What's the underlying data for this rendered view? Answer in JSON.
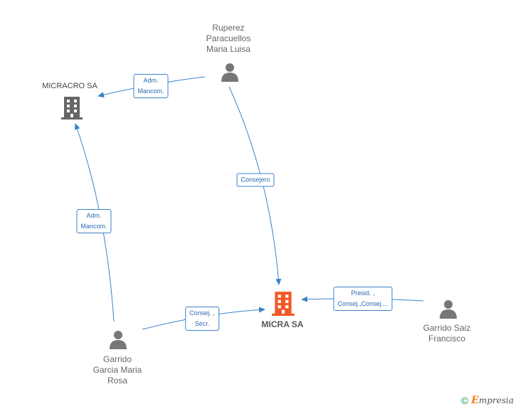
{
  "nodes": {
    "ruperez": {
      "label": "Ruperez\nParacuellos\nMaria Luisa",
      "type": "person"
    },
    "micracro": {
      "label": "MICRACRO SA",
      "type": "company"
    },
    "micra": {
      "label": "MICRA SA",
      "type": "company-main"
    },
    "garrido_rosa": {
      "label": "Garrido\nGarcia Maria\nRosa",
      "type": "person"
    },
    "garrido_saiz": {
      "label": "Garrido Saiz\nFrancisco",
      "type": "person"
    }
  },
  "edges": {
    "ruperez_micracro": "Adm.\nMancom.",
    "ruperez_micra": "Consejero",
    "rosa_micracro": "Adm.\nMancom.",
    "rosa_micra": "Consej. ,\nSecr.",
    "saiz_micra": "Presid. ,\nConsej.,Consej...."
  },
  "colors": {
    "edge": "#3b82c8",
    "person_icon": "#777777",
    "company_icon": "#666666",
    "main_company_icon": "#f05a28"
  },
  "footer": {
    "copyright": "©",
    "brand_initial": "E",
    "brand_rest": "mpresia"
  }
}
